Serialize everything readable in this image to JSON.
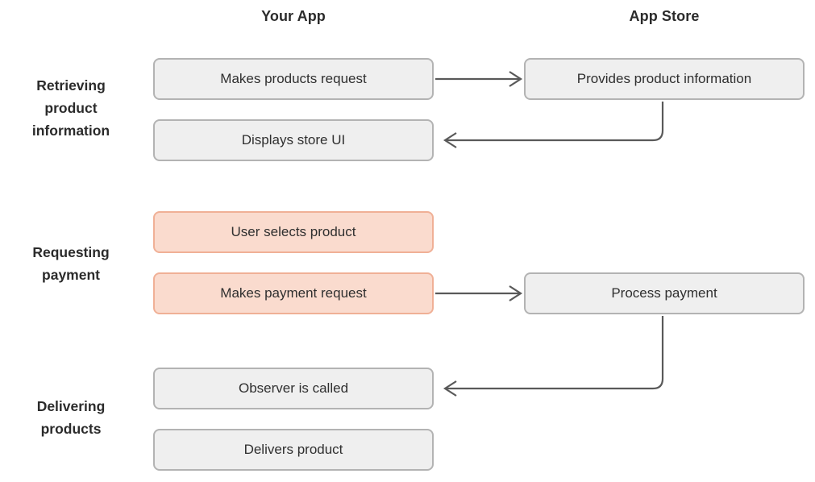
{
  "diagram": {
    "title_columns": {
      "your_app": "Your App",
      "app_store": "App Store"
    },
    "stages": [
      {
        "id": "retrieving",
        "label": "Retrieving\nproduct\ninformation"
      },
      {
        "id": "requesting",
        "label": "Requesting\npayment"
      },
      {
        "id": "delivering",
        "label": "Delivering\nproducts"
      }
    ],
    "nodes": {
      "makes_products_request": "Makes products request",
      "provides_product_information": "Provides product information",
      "displays_store_ui": "Displays store UI",
      "user_selects_product": "User selects product",
      "makes_payment_request": "Makes payment request",
      "process_payment": "Process payment",
      "observer_is_called": "Observer is called",
      "delivers_product": "Delivers product"
    },
    "colors": {
      "node_fill": "#efefef",
      "node_border": "#b3b3b3",
      "highlight_fill": "#fadbce",
      "highlight_border": "#f0b096",
      "connector": "#595959",
      "text": "#2f2f2f",
      "heading_text": "#2b2b2b",
      "background": "#ffffff"
    },
    "connections": [
      {
        "from": "makes_products_request",
        "to": "provides_product_information",
        "direction": "right"
      },
      {
        "from": "provides_product_information",
        "to": "displays_store_ui",
        "direction": "left-elbow"
      },
      {
        "from": "makes_payment_request",
        "to": "process_payment",
        "direction": "right"
      },
      {
        "from": "process_payment",
        "to": "observer_is_called",
        "direction": "left-elbow"
      }
    ]
  }
}
